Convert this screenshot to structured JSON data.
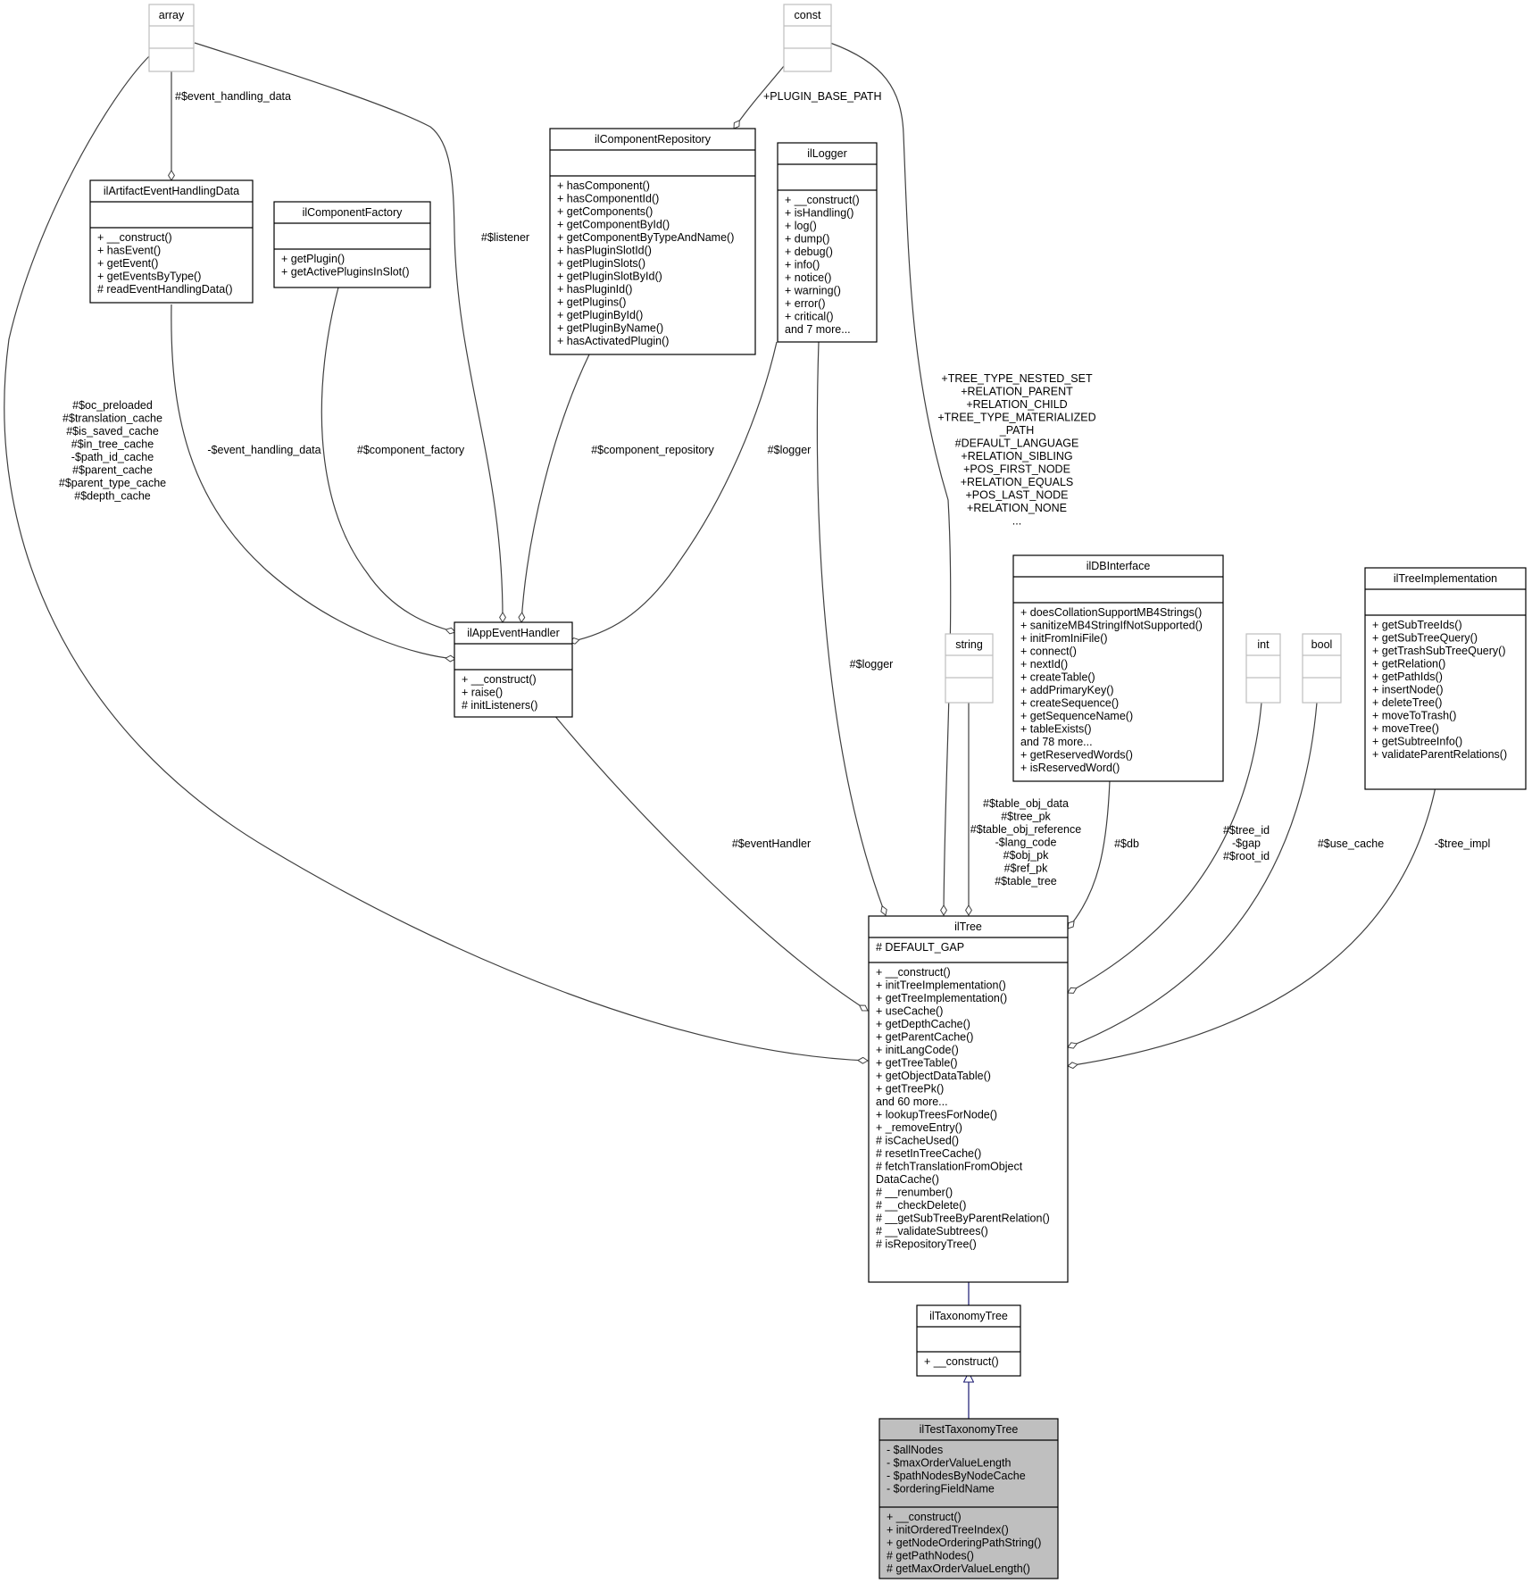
{
  "colors": {
    "box_border": "#000000",
    "primitive_border": "#bfbfbf",
    "focus_fill": "#bfbfbf",
    "edge": "#404040",
    "inheritance_edge": "#191970"
  },
  "classes": {
    "array": {
      "name": "array",
      "primitive": true,
      "attributes": [],
      "methods": []
    },
    "const": {
      "name": "const",
      "primitive": true,
      "attributes": [],
      "methods": []
    },
    "ilArtifactEventHandlingData": {
      "name": "ilArtifactEventHandlingData",
      "attributes": [],
      "methods": [
        "+ __construct()",
        "+ hasEvent()",
        "+ getEvent()",
        "+ getEventsByType()",
        "# readEventHandlingData()"
      ]
    },
    "ilComponentFactory": {
      "name": "ilComponentFactory",
      "attributes": [],
      "methods": [
        "+ getPlugin()",
        "+ getActivePluginsInSlot()"
      ]
    },
    "ilComponentRepository": {
      "name": "ilComponentRepository",
      "attributes": [],
      "methods": [
        "+ hasComponent()",
        "+ hasComponentId()",
        "+ getComponents()",
        "+ getComponentById()",
        "+ getComponentByTypeAndName()",
        "+ hasPluginSlotId()",
        "+ getPluginSlots()",
        "+ getPluginSlotById()",
        "+ hasPluginId()",
        "+ getPlugins()",
        "+ getPluginById()",
        "+ getPluginByName()",
        "+ hasActivatedPlugin()"
      ]
    },
    "ilLogger": {
      "name": "ilLogger",
      "attributes": [],
      "methods": [
        "+ __construct()",
        "+ isHandling()",
        "+ log()",
        "+ dump()",
        "+ debug()",
        "+ info()",
        "+ notice()",
        "+ warning()",
        "+ error()",
        "+ critical()",
        "and 7 more..."
      ]
    },
    "ilAppEventHandler": {
      "name": "ilAppEventHandler",
      "attributes": [],
      "methods": [
        "+ __construct()",
        "+ raise()",
        "# initListeners()"
      ]
    },
    "string": {
      "name": "string",
      "primitive": true,
      "attributes": [],
      "methods": []
    },
    "ilDBInterface": {
      "name": "ilDBInterface",
      "attributes": [],
      "methods": [
        "+ doesCollationSupportMB4Strings()",
        "+ sanitizeMB4StringIfNotSupported()",
        "+ initFromIniFile()",
        "+ connect()",
        "+ nextId()",
        "+ createTable()",
        "+ addPrimaryKey()",
        "+ createSequence()",
        "+ getSequenceName()",
        "+ tableExists()",
        "and 78 more...",
        "+ getReservedWords()",
        "+ isReservedWord()"
      ]
    },
    "int": {
      "name": "int",
      "primitive": true,
      "attributes": [],
      "methods": []
    },
    "bool": {
      "name": "bool",
      "primitive": true,
      "attributes": [],
      "methods": []
    },
    "ilTreeImplementation": {
      "name": "ilTreeImplementation",
      "attributes": [],
      "methods": [
        "+ getSubTreeIds()",
        "+ getSubTreeQuery()",
        "+ getTrashSubTreeQuery()",
        "+ getRelation()",
        "+ getPathIds()",
        "+ insertNode()",
        "+ deleteTree()",
        "+ moveToTrash()",
        "+ moveTree()",
        "+ getSubtreeInfo()",
        "+ validateParentRelations()"
      ]
    },
    "ilTree": {
      "name": "ilTree",
      "attributes": [
        "# DEFAULT_GAP"
      ],
      "methods": [
        "+ __construct()",
        "+ initTreeImplementation()",
        "+ getTreeImplementation()",
        "+ useCache()",
        "+ getDepthCache()",
        "+ getParentCache()",
        "+ initLangCode()",
        "+ getTreeTable()",
        "+ getObjectDataTable()",
        "+ getTreePk()",
        "and 60 more...",
        "+ lookupTreesForNode()",
        "+ _removeEntry()",
        "# isCacheUsed()",
        "# resetInTreeCache()",
        "# fetchTranslationFromObject",
        "DataCache()",
        "# __renumber()",
        "# __checkDelete()",
        "# __getSubTreeByParentRelation()",
        "# __validateSubtrees()",
        "# isRepositoryTree()"
      ]
    },
    "ilTaxonomyTree": {
      "name": "ilTaxonomyTree",
      "attributes": [],
      "methods": [
        "+ __construct()"
      ]
    },
    "ilTestTaxonomyTree": {
      "name": "ilTestTaxonomyTree",
      "focus": true,
      "attributes": [
        "- $allNodes",
        "- $maxOrderValueLength",
        "- $pathNodesByNodeCache",
        "- $orderingFieldName"
      ],
      "methods": [
        "+ __construct()",
        "+ initOrderedTreeIndex()",
        "+ getNodeOrderingPathString()",
        "# getPathNodes()",
        "# getMaxOrderValueLength()"
      ]
    }
  },
  "edge_labels": {
    "array_artifact": [
      "#$event_handling_data"
    ],
    "array_apphandler": [
      "#$listener"
    ],
    "array_iltree": [
      "#$oc_preloaded",
      "#$translation_cache",
      "#$is_saved_cache",
      "#$in_tree_cache",
      "-$path_id_cache",
      "#$parent_cache",
      "#$parent_type_cache",
      "#$depth_cache"
    ],
    "const_repo": [
      "+PLUGIN_BASE_PATH"
    ],
    "const_iltree": [
      "+TREE_TYPE_NESTED_SET",
      "+RELATION_PARENT",
      "+RELATION_CHILD",
      "+TREE_TYPE_MATERIALIZED",
      "_PATH",
      "#DEFAULT_LANGUAGE",
      "+RELATION_SIBLING",
      "+POS_FIRST_NODE",
      "+RELATION_EQUALS",
      "+POS_LAST_NODE",
      "+RELATION_NONE",
      "..."
    ],
    "artifact_apphandler": [
      "-$event_handling_data"
    ],
    "factory_apphandler": [
      "#$component_factory"
    ],
    "repo_apphandler": [
      "#$component_repository"
    ],
    "logger_apphandler": [
      "#$logger"
    ],
    "logger_iltree": [
      "#$logger"
    ],
    "apphandler_iltree": [
      "#$eventHandler"
    ],
    "string_iltree": [
      "#$table_obj_data",
      "#$tree_pk",
      "#$table_obj_reference",
      "-$lang_code",
      "#$obj_pk",
      "#$ref_pk",
      "#$table_tree"
    ],
    "db_iltree": [
      "#$db"
    ],
    "int_iltree": [
      "#$tree_id",
      "-$gap",
      "#$root_id"
    ],
    "bool_iltree": [
      "#$use_cache"
    ],
    "impl_iltree": [
      "-$tree_impl"
    ]
  }
}
